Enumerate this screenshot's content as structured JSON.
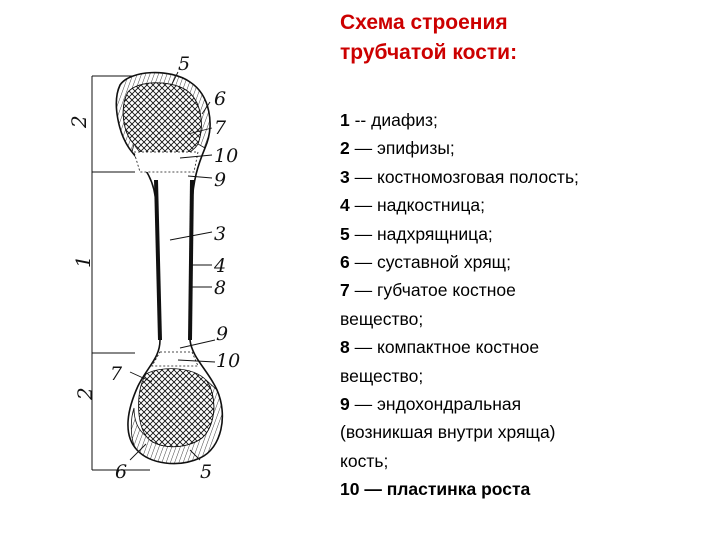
{
  "title": {
    "line1": "Схема строения",
    "line2": "трубчатой кости:"
  },
  "legend": [
    {
      "num": "1",
      "sep": " -- ",
      "text": "диафиз;"
    },
    {
      "num": "2",
      "sep": " — ",
      "text": "эпифизы;"
    },
    {
      "num": "3",
      "sep": " — ",
      "text": "костномозговая полость;"
    },
    {
      "num": "4",
      "sep": " — ",
      "text": "надкостница;"
    },
    {
      "num": "5",
      "sep": " — ",
      "text": "надхрящница;"
    },
    {
      "num": "6",
      "sep": " — ",
      "text": "суставной хрящ;"
    },
    {
      "num": "7",
      "sep": " — ",
      "text": "губчатое костное"
    },
    {
      "num": "",
      "sep": "",
      "text": "вещество;"
    },
    {
      "num": "8",
      "sep": " — ",
      "text": "компактное костное"
    },
    {
      "num": "",
      "sep": "",
      "text": "вещество;"
    },
    {
      "num": "9",
      "sep": " — ",
      "text": "эндохондральная"
    },
    {
      "num": "",
      "sep": "",
      "text": "(возникшая внутри хряща)"
    },
    {
      "num": "",
      "sep": "",
      "text": "кость;"
    },
    {
      "num": "10",
      "sep": " — ",
      "text": "пластинка роста"
    }
  ],
  "diagram": {
    "side_labels": {
      "top": "2",
      "middle": "1",
      "bottom": "2"
    },
    "callouts": {
      "top_5": "5",
      "top_6": "6",
      "top_7": "7",
      "top_10": "10",
      "top_9": "9",
      "mid_3": "3",
      "mid_4": "4",
      "mid_8": "8",
      "low_9": "9",
      "low_10": "10",
      "low_7": "7",
      "bot_6": "6",
      "bot_5": "5"
    },
    "colors": {
      "title": "#cc0000",
      "ink": "#111111"
    }
  }
}
